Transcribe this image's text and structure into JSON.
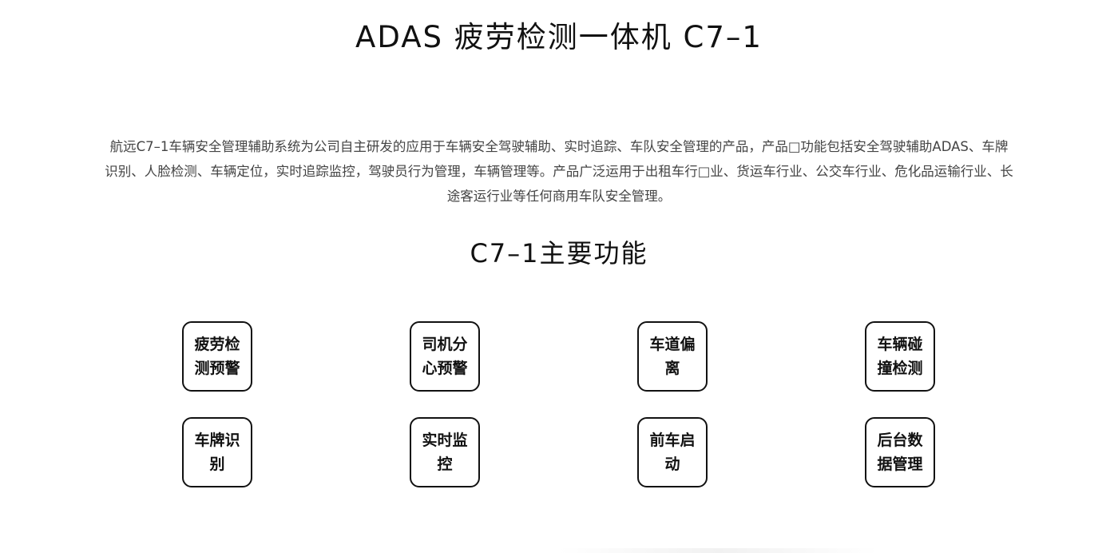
{
  "header": {
    "title": "ADAS 疲劳检测一体机 C7–1"
  },
  "intro": {
    "text": "航远C7–1车辆安全管理辅助系统为公司自主研发的应用于车辆安全驾驶辅助、实时追踪、车队安全管理的产品，产品□功能包括安全驾驶辅助ADAS、车牌识别、人脸检测、车辆定位，实时追踪监控，驾驶员行为管理，车辆管理等。产品广泛运用于出租车行□业、货运车行业、公交车行业、危化品运输行业、长途客运行业等任何商用车队安全管理。"
  },
  "features": {
    "title": "C7–1主要功能",
    "items": [
      {
        "label": "疲劳检测预警"
      },
      {
        "label": "司机分心预警"
      },
      {
        "label": "车道偏离"
      },
      {
        "label": "车辆碰撞检测"
      },
      {
        "label": "车牌识别"
      },
      {
        "label": "实时监控"
      },
      {
        "label": "前车启动"
      },
      {
        "label": "后台数据管理"
      }
    ]
  },
  "colors": {
    "text": "#111111",
    "body_text": "#444444",
    "card_border": "#111111",
    "background": "#ffffff"
  }
}
